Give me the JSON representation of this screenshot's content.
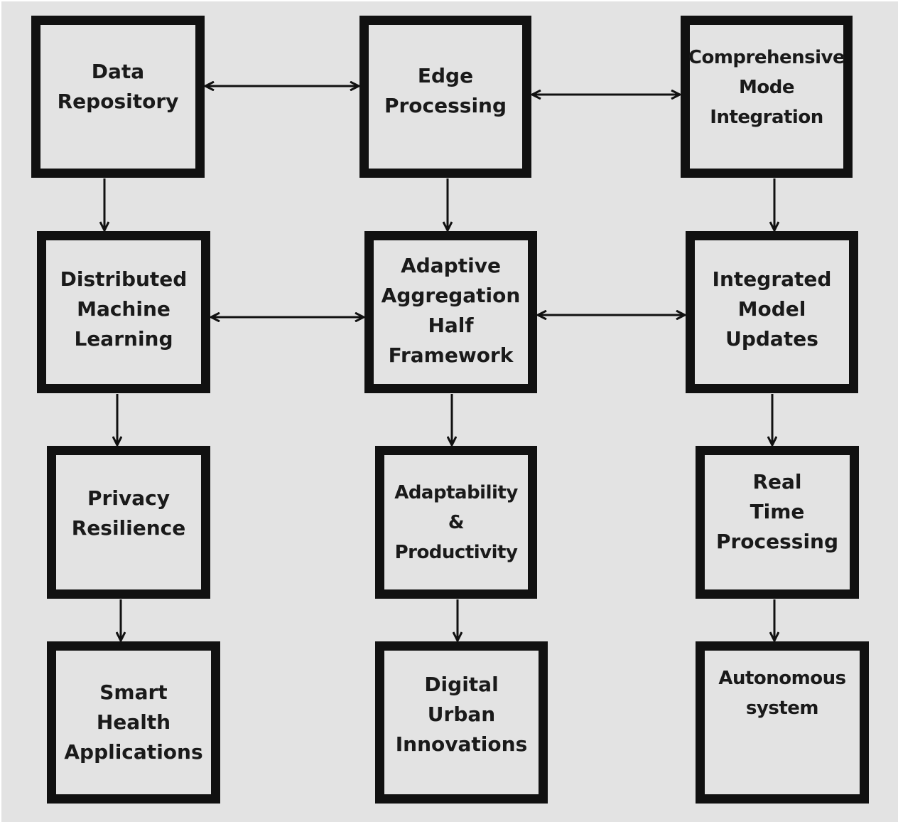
{
  "diagram": {
    "background_color": "#e3e3e3",
    "border_color": "#111111",
    "text_color": "#1a1a1a",
    "nodes": {
      "data_repository": "Data\nRepository",
      "edge_processing": "Edge\nProcessing",
      "comprehensive_mode_integration": "Comprehensive\nMode\nIntegration",
      "distributed_machine_learning": "Distributed\nMachine\nLearning",
      "adaptive_aggregation_half_framework": "Adaptive\nAggregation\nHalf\nFramework",
      "integrated_model_updates": "Integrated\nModel\nUpdates",
      "privacy_resilience": "Privacy\nResilience",
      "adaptability_productivity": "Adaptability\n&\nProductivity",
      "real_time_processing": "Real\nTime\nProcessing",
      "smart_health_applications": "Smart\nHealth\nApplications",
      "digital_urban_innovations": "Digital\nUrban\nInnovations",
      "autonomous_system": "Autonomous\nsystem"
    },
    "edges": [
      {
        "from": "data_repository",
        "to": "edge_processing",
        "direction": "both"
      },
      {
        "from": "edge_processing",
        "to": "comprehensive_mode_integration",
        "direction": "both"
      },
      {
        "from": "distributed_machine_learning",
        "to": "adaptive_aggregation_half_framework",
        "direction": "both"
      },
      {
        "from": "adaptive_aggregation_half_framework",
        "to": "integrated_model_updates",
        "direction": "both"
      },
      {
        "from": "data_repository",
        "to": "distributed_machine_learning",
        "direction": "forward"
      },
      {
        "from": "edge_processing",
        "to": "adaptive_aggregation_half_framework",
        "direction": "forward"
      },
      {
        "from": "comprehensive_mode_integration",
        "to": "integrated_model_updates",
        "direction": "forward"
      },
      {
        "from": "distributed_machine_learning",
        "to": "privacy_resilience",
        "direction": "forward"
      },
      {
        "from": "adaptive_aggregation_half_framework",
        "to": "adaptability_productivity",
        "direction": "forward"
      },
      {
        "from": "integrated_model_updates",
        "to": "real_time_processing",
        "direction": "forward"
      },
      {
        "from": "privacy_resilience",
        "to": "smart_health_applications",
        "direction": "forward"
      },
      {
        "from": "adaptability_productivity",
        "to": "digital_urban_innovations",
        "direction": "forward"
      },
      {
        "from": "real_time_processing",
        "to": "autonomous_system",
        "direction": "forward"
      }
    ]
  }
}
